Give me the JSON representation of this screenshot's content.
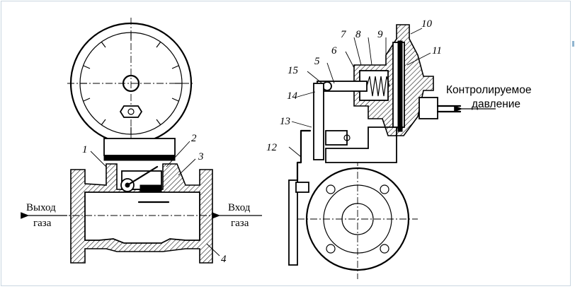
{
  "labels": {
    "part_1": "1",
    "part_2": "2",
    "part_3": "3",
    "part_4": "4",
    "part_5": "5",
    "part_6": "6",
    "part_7": "7",
    "part_8": "8",
    "part_9": "9",
    "part_10": "10",
    "part_11": "11",
    "part_12": "12",
    "part_13": "13",
    "part_14": "14",
    "part_15": "15",
    "outlet_line1": "Выход",
    "outlet_line2": "газа",
    "inlet_line1": "Вход",
    "inlet_line2": "газа",
    "controlled_line1": "Контролируемое",
    "controlled_line2": "давление"
  }
}
